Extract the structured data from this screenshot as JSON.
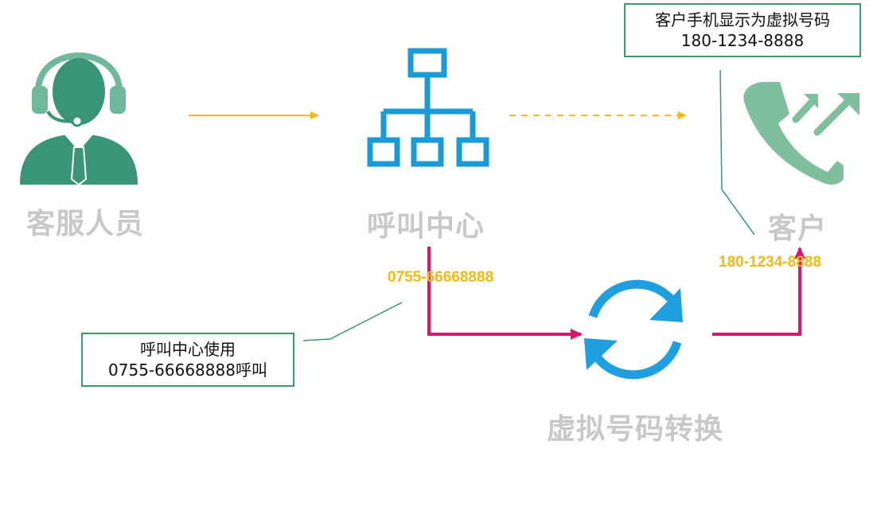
{
  "nodes": {
    "agent": "客服人员",
    "call_center": "呼叫中心",
    "customer": "客户",
    "virtual_conversion": "虚拟号码转换"
  },
  "numbers": {
    "call_center_number": "0755-66668888",
    "customer_number": "180-1234-8888"
  },
  "callouts": {
    "customer_display": {
      "line1": "客户手机显示为虚拟号码",
      "line2": "180-1234-8888"
    },
    "call_center_use": {
      "line1": "呼叫中心使用",
      "line2": "0755-66668888呼叫"
    }
  },
  "colors": {
    "agent_icon": "#3a9476",
    "call_center_icon": "#1a9ad6",
    "customer_icon": "#7fbf9e",
    "sync_icon": "#1f9fe0",
    "arrow_yellow": "#f5b914",
    "arrow_magenta": "#e0126e",
    "callout_border": "#3a9a6c",
    "label_gray": "#c8c8c8"
  },
  "icons": {
    "agent": "headset-agent-icon",
    "call_center": "org-hierarchy-icon",
    "customer": "phone-outgoing-icon",
    "conversion": "sync-arrows-icon"
  }
}
